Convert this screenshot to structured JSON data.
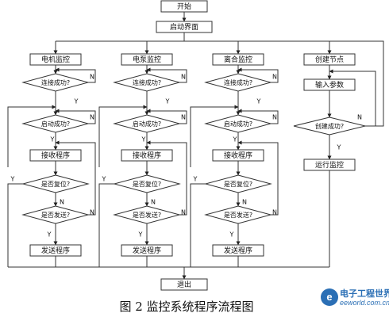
{
  "diagram": {
    "start": "开始",
    "init": "启动界面",
    "exit": "退出",
    "columns": [
      {
        "title": "电机监控",
        "connect_q": "连接成功?",
        "start_q": "启动成功?",
        "recv": "接收程序",
        "reset_q": "是否复位?",
        "send_q": "是否发送?",
        "send": "发送程序"
      },
      {
        "title": "电泵监控",
        "connect_q": "连接成功?",
        "start_q": "启动成功?",
        "recv": "接收程序",
        "reset_q": "是否复位?",
        "send_q": "是否发送?",
        "send": "发送程序"
      },
      {
        "title": "离合监控",
        "connect_q": "连接成功?",
        "start_q": "启动成功?",
        "recv": "接收程序",
        "reset_q": "是否复位?",
        "send_q": "是否发送?",
        "send": "发送程序"
      }
    ],
    "node_column": {
      "create": "创建节点",
      "input": "输入参数",
      "create_q": "创建成功?",
      "run": "运行监控"
    },
    "labels": {
      "yes": "Y",
      "no": "N"
    }
  },
  "caption": "图 2 监控系统程序流程图",
  "watermark": {
    "mark": "e",
    "title": "电子工程世界",
    "url": "eeworld.com.cn"
  }
}
